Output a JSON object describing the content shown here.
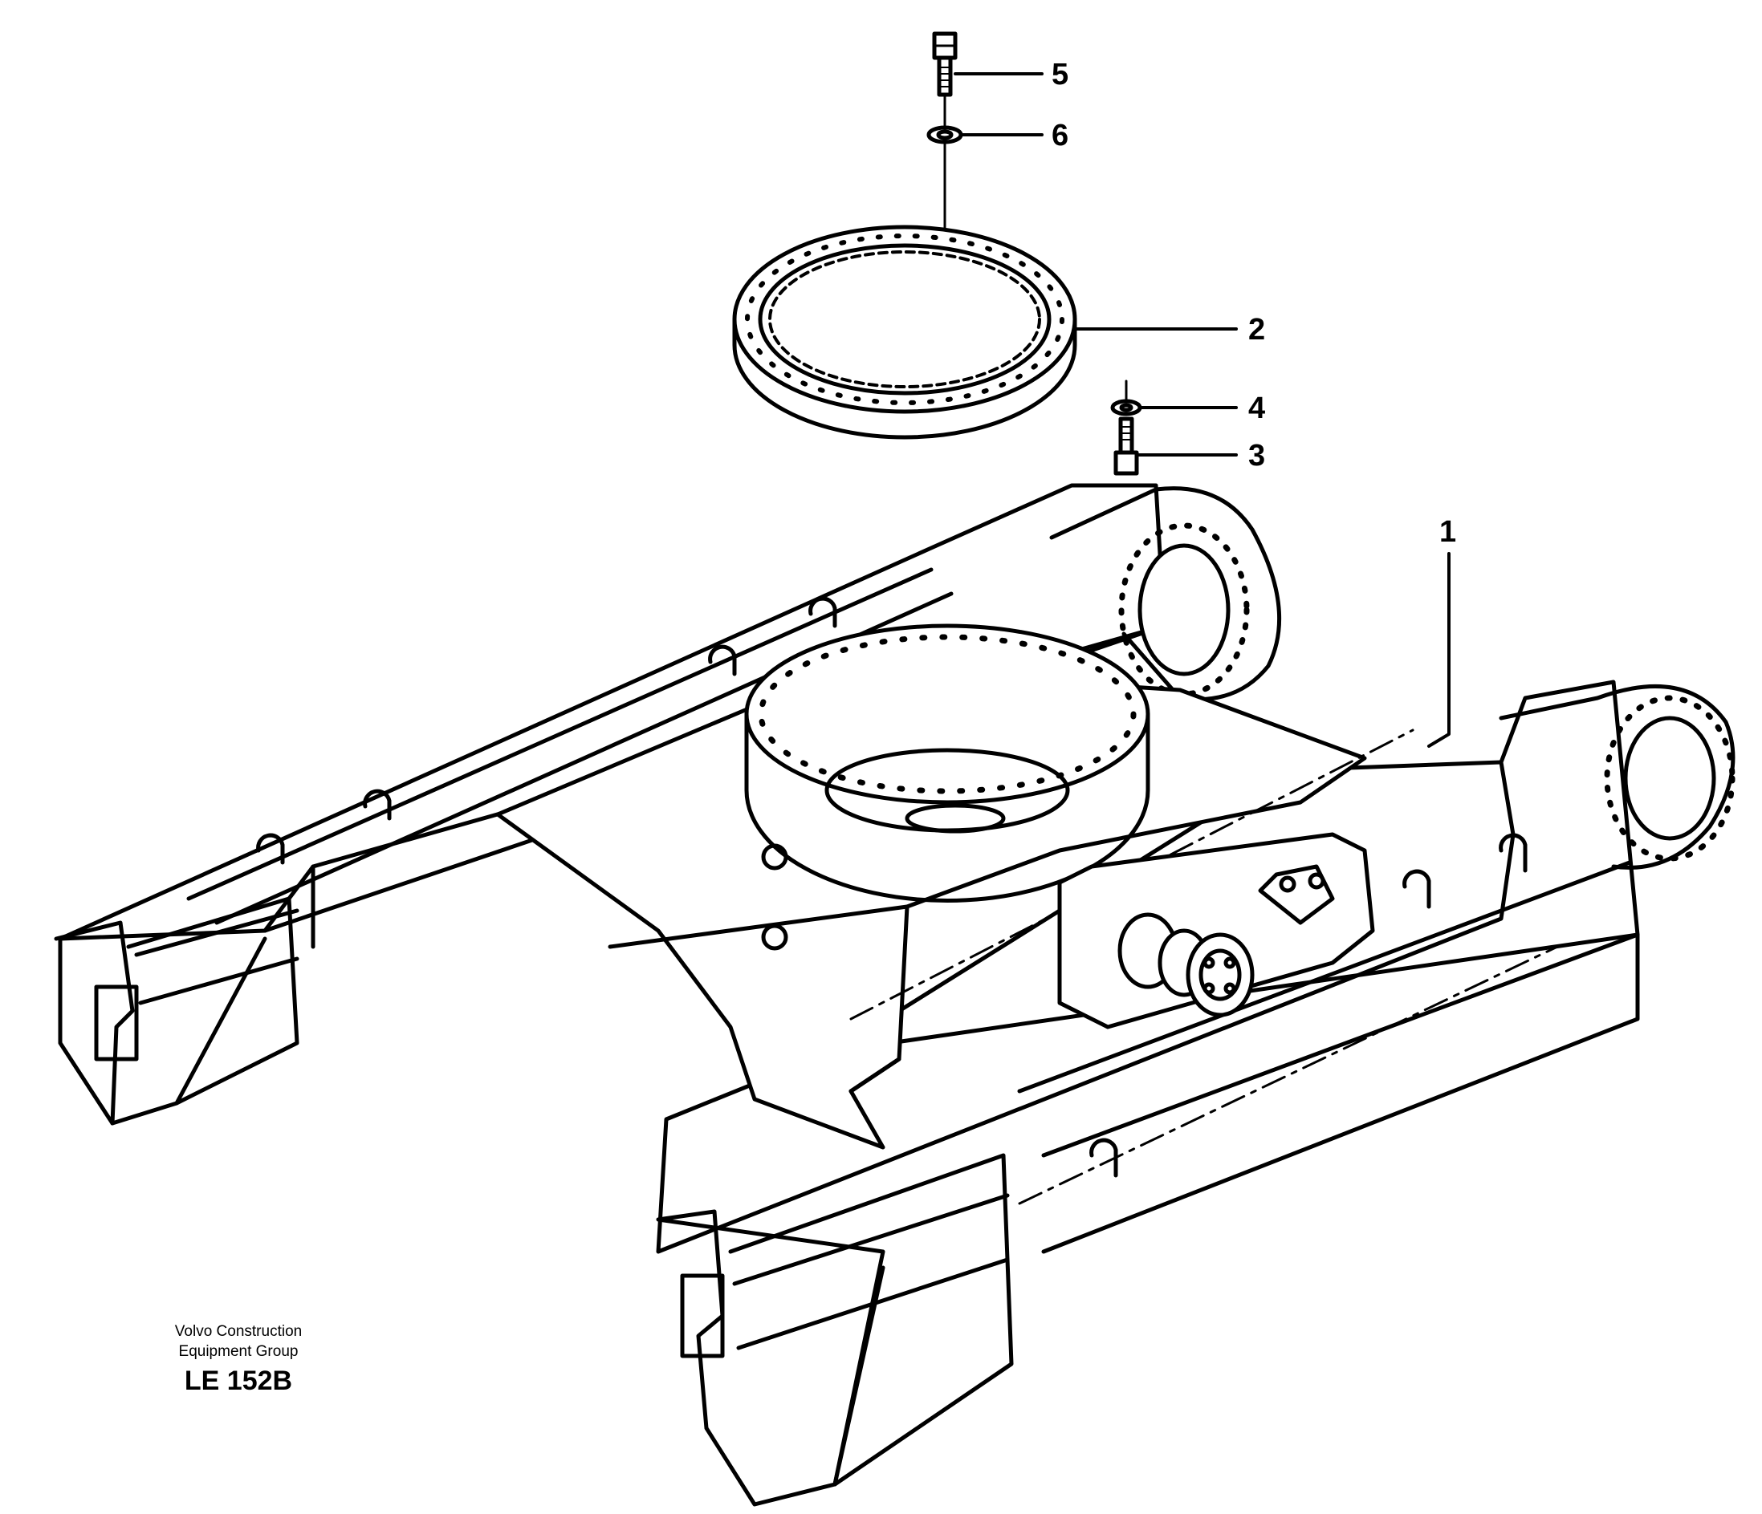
{
  "callouts": {
    "part_1": "1",
    "part_2": "2",
    "part_3": "3",
    "part_4": "4",
    "part_5": "5",
    "part_6": "6"
  },
  "footer": {
    "company_line_1": "Volvo Construction",
    "company_line_2": "Equipment Group",
    "drawing_code": "LE 152B"
  },
  "colors": {
    "line": "#000000",
    "background": "#ffffff"
  }
}
